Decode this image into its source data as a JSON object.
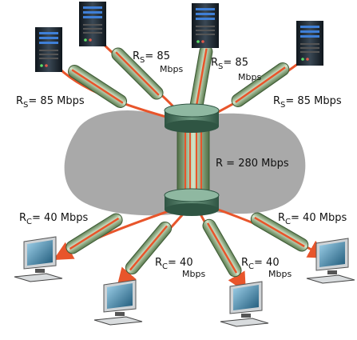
{
  "colors": {
    "cloud": "#a9a9a9",
    "flow": "#e8552b",
    "pipe": "#7fa46f",
    "pipe_highlight": "#d9ead0",
    "router": "#3f6b55",
    "server": "#1f2a33",
    "server_led": "#3f7fd6",
    "screen": "#2f6a8f",
    "computer_body": "#cfd3d6"
  },
  "icons": {
    "server": "server-icon",
    "router": "router-icon",
    "computer": "desktop-computer-icon"
  },
  "links": {
    "server_rate_prefix": "R",
    "server_rate_sub": "S",
    "server_rate_value": "= 85 Mbps",
    "server_rate_value_short": "= 85",
    "server_rate_unit": "Mbps",
    "client_rate_prefix": "R",
    "client_rate_sub": "C",
    "client_rate_value": "= 40 Mbps",
    "client_rate_value_short": "= 40",
    "client_rate_unit": "Mbps",
    "bottleneck_label": "R = 280 Mbps"
  }
}
